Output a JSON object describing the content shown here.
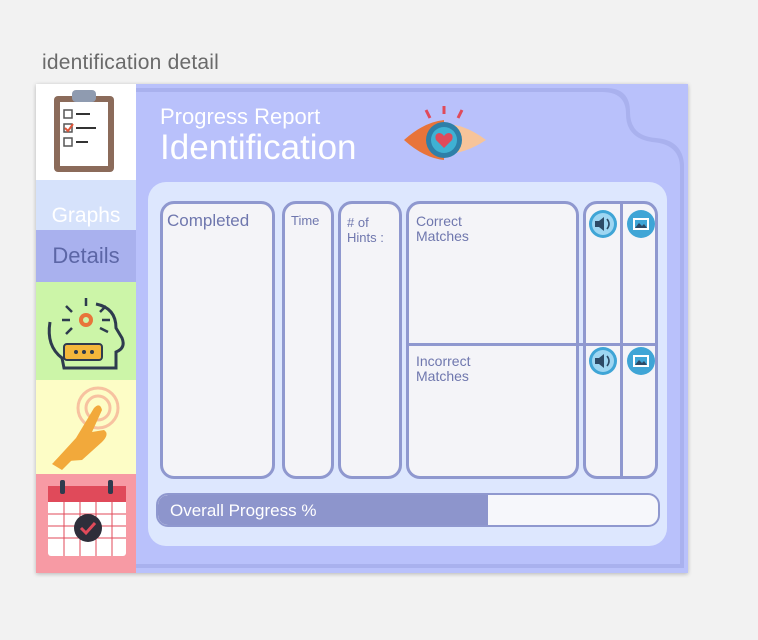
{
  "caption": "identification detail",
  "header": {
    "subtitle": "Progress Report",
    "title": "Identification"
  },
  "sidebar": {
    "graphs_label": "Graphs",
    "details_label": "Details",
    "icons": [
      "clipboard-checklist-icon",
      "brain-gears-icon",
      "touch-finger-icon",
      "calendar-check-icon"
    ]
  },
  "columns": {
    "completed": "Completed",
    "time": "Time",
    "hints_line1": "# of",
    "hints_line2": "Hints :",
    "correct_line1": "Correct",
    "correct_line2": "Matches",
    "incorrect_line1": "Incorrect",
    "incorrect_line2": "Matches"
  },
  "media_icons": [
    "speaker-icon",
    "picture-icon"
  ],
  "progress": {
    "label": "Overall Progress %",
    "fraction": 0.66
  },
  "colors": {
    "panel": "#b9c1fb",
    "panel_dark": "#a9b1ee",
    "inner": "#dde7fe",
    "accent": "#8f98cf"
  }
}
